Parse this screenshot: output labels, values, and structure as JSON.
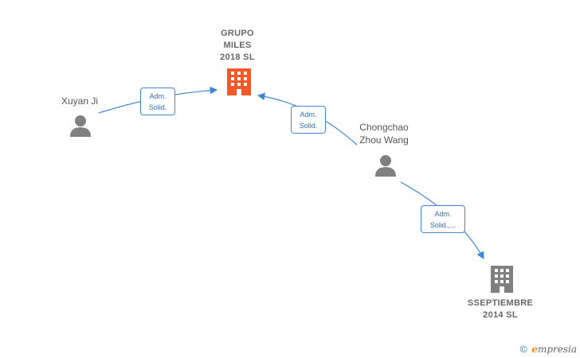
{
  "nodes": {
    "xuyan": {
      "label": "Xuyan Ji"
    },
    "chongchao": {
      "label": "Chongchao\nZhou Wang"
    },
    "grupo": {
      "label": "GRUPO\nMILES\n2018  SL"
    },
    "sseptiembre": {
      "label": "SSEPTIEMBRE\n2014  SL"
    }
  },
  "edges": {
    "e1": {
      "label": "Adm.\nSolid."
    },
    "e2": {
      "label": "Adm.\nSolid."
    },
    "e3": {
      "label": "Adm.\nSolid.,..."
    }
  },
  "brand": {
    "copyright": "©",
    "name_initial": "e",
    "name_rest": "mpresia"
  },
  "colors": {
    "edge": "#3f86d6",
    "person": "#808080",
    "company_main": "#f05a28",
    "company_other": "#808080"
  }
}
